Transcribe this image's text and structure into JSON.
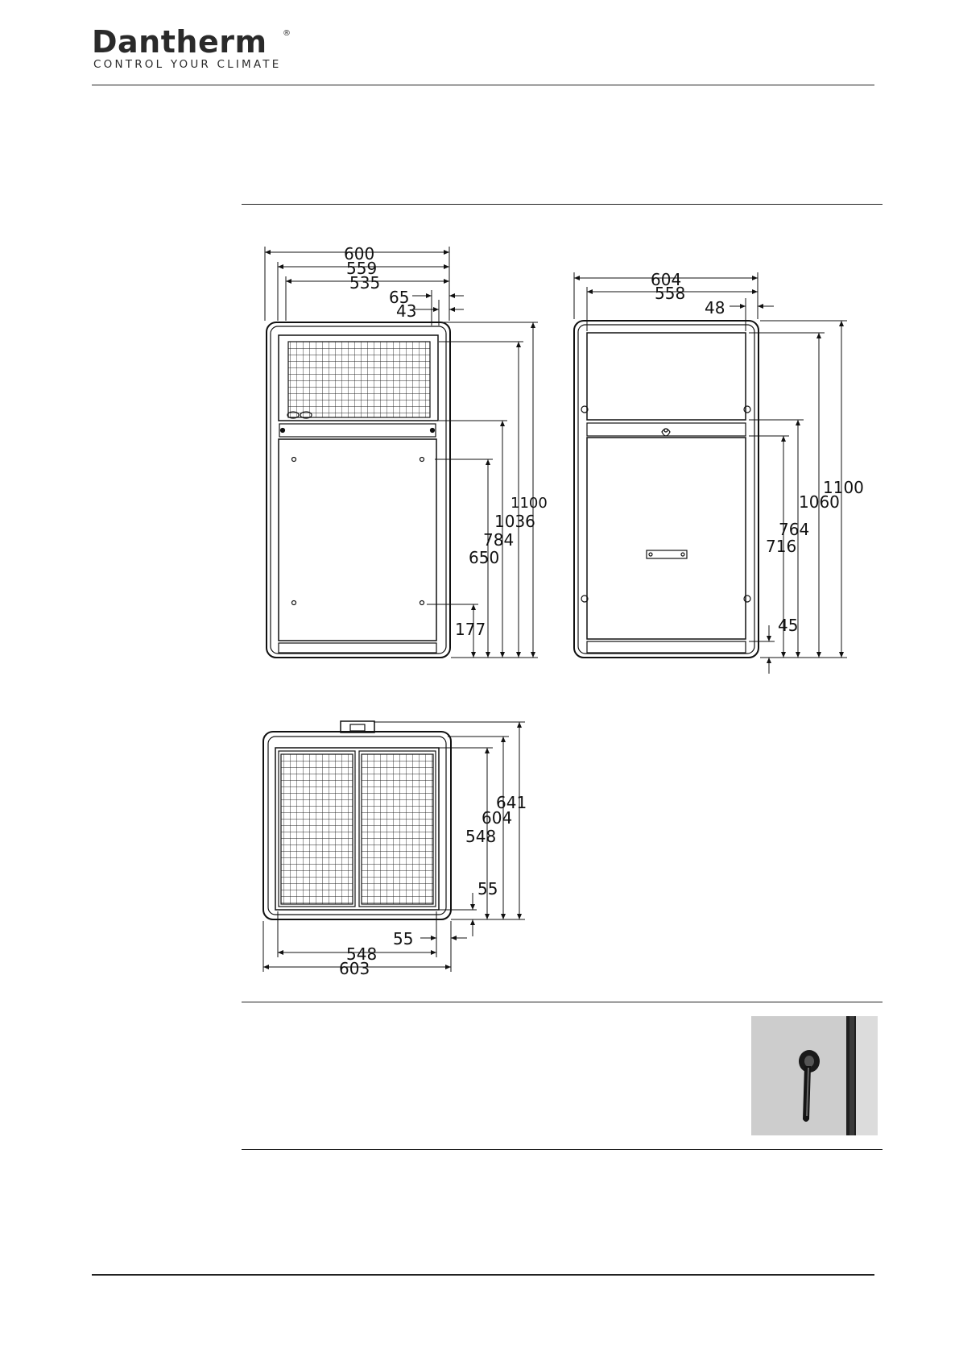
{
  "brand": {
    "name": "Dantherm",
    "registered_mark": "®",
    "tagline": "CONTROL YOUR CLIMATE"
  },
  "front_view": {
    "dims": [
      "600",
      "559",
      "535",
      "65",
      "43",
      "1100",
      "1036",
      "784",
      "650",
      "177"
    ]
  },
  "rear_view": {
    "dims": [
      "604",
      "558",
      "48",
      "1100",
      "1060",
      "764",
      "716",
      "45"
    ]
  },
  "top_view": {
    "dims": [
      "641",
      "604",
      "548",
      "55",
      "55",
      "548",
      "603"
    ]
  }
}
